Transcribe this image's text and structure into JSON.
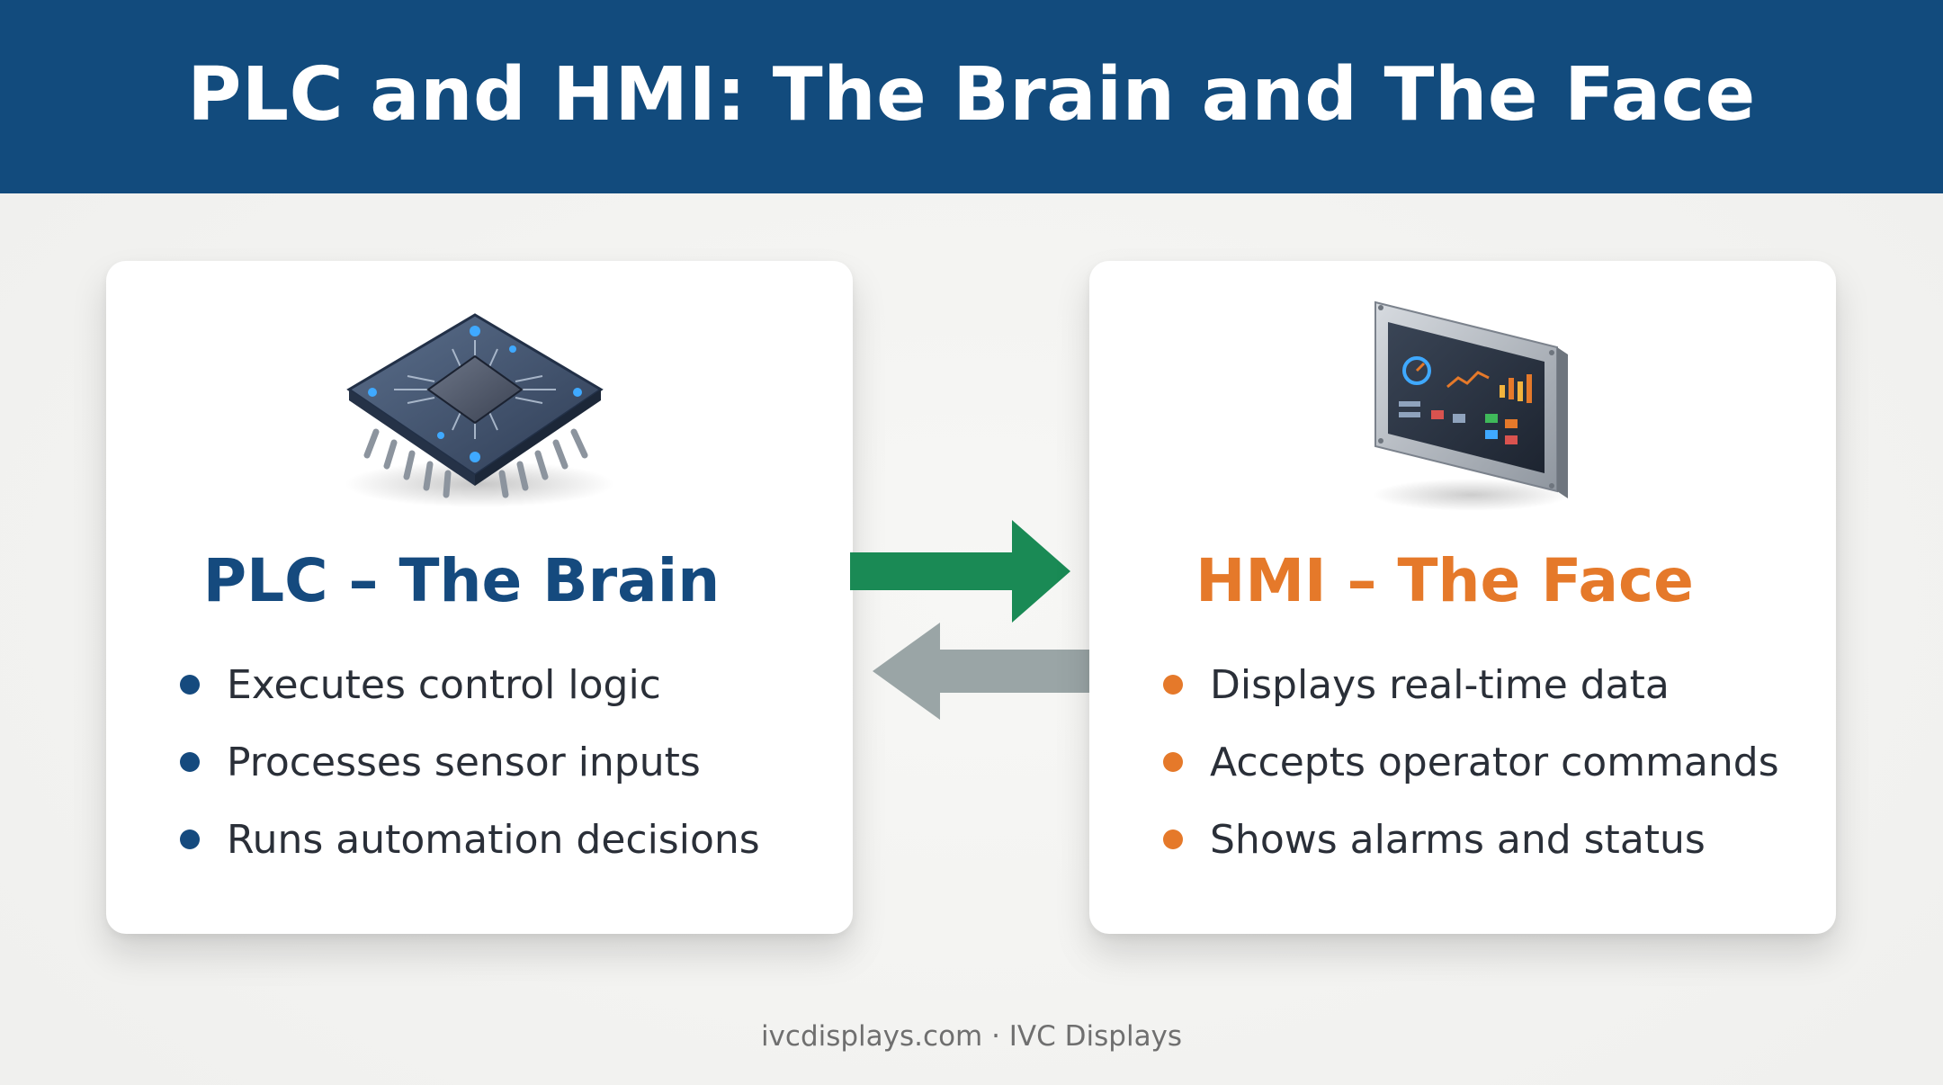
{
  "header": {
    "title": "PLC and HMI: The Brain and The Face"
  },
  "plc": {
    "icon": "microchip-icon",
    "heading": "PLC – The Brain",
    "bullets": [
      "Executes control logic",
      "Processes sensor inputs",
      "Runs automation decisions"
    ]
  },
  "hmi": {
    "icon": "touchscreen-panel-icon",
    "heading": "HMI – The Face",
    "bullets": [
      "Displays real-time data",
      "Accepts operator commands",
      "Shows alarms and status"
    ]
  },
  "arrows": {
    "to_hmi_color": "#1a8a55",
    "to_plc_color": "#9aa5a6"
  },
  "colors": {
    "header_bg": "#124b7d",
    "plc_accent": "#154a7e",
    "hmi_accent": "#e5792a"
  },
  "footer": {
    "text": "ivcdisplays.com · IVC Displays"
  }
}
